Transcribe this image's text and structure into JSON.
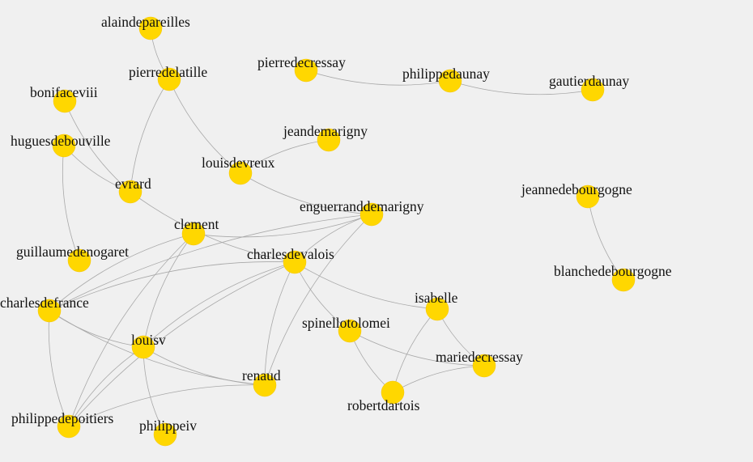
{
  "graph": {
    "node_color": "#ffd700",
    "edge_color": "#a8a8a8",
    "label_color": "#111111",
    "background": "#f0f0f0",
    "nodes": [
      {
        "id": "alaindepareilles",
        "label": "alaindepareilles"
      },
      {
        "id": "pierredelatille",
        "label": "pierredelatille"
      },
      {
        "id": "bonifaceviii",
        "label": "bonifaceviii"
      },
      {
        "id": "huguesdebouville",
        "label": "huguesdebouville"
      },
      {
        "id": "evrard",
        "label": "evrard"
      },
      {
        "id": "pierredecressay",
        "label": "pierredecressay"
      },
      {
        "id": "philippedaunay",
        "label": "philippedaunay"
      },
      {
        "id": "gautierdaunay",
        "label": "gautierdaunay"
      },
      {
        "id": "jeandemarigny",
        "label": "jeandemarigny"
      },
      {
        "id": "louisdevreux",
        "label": "louisdevreux"
      },
      {
        "id": "enguerranddemarigny",
        "label": "enguerranddemarigny"
      },
      {
        "id": "jeannedebourgogne",
        "label": "jeannedebourgogne"
      },
      {
        "id": "blanchedebourgogne",
        "label": "blanchedebourgogne"
      },
      {
        "id": "clement",
        "label": "clement"
      },
      {
        "id": "guillaumedenogaret",
        "label": "guillaumedenogaret"
      },
      {
        "id": "charlesdevalois",
        "label": "charlesdevalois"
      },
      {
        "id": "charlesdefrance",
        "label": "charlesdefrance"
      },
      {
        "id": "isabelle",
        "label": "isabelle"
      },
      {
        "id": "spinellotolomei",
        "label": "spinellotolomei"
      },
      {
        "id": "louisv",
        "label": "louisv"
      },
      {
        "id": "mariedecressay",
        "label": "mariedecressay"
      },
      {
        "id": "renaud",
        "label": "renaud"
      },
      {
        "id": "robertdartois",
        "label": "robertdartois"
      },
      {
        "id": "philippedepoitiers",
        "label": "philippedepoitiers"
      },
      {
        "id": "philippeiv",
        "label": "philippeiv"
      }
    ],
    "edges": [
      {
        "source": "alaindepareilles",
        "target": "pierredelatille"
      },
      {
        "source": "pierredelatille",
        "target": "evrard"
      },
      {
        "source": "pierredelatille",
        "target": "louisdevreux"
      },
      {
        "source": "bonifaceviii",
        "target": "evrard"
      },
      {
        "source": "huguesdebouville",
        "target": "evrard"
      },
      {
        "source": "huguesdebouville",
        "target": "guillaumedenogaret"
      },
      {
        "source": "pierredecressay",
        "target": "philippedaunay"
      },
      {
        "source": "philippedaunay",
        "target": "gautierdaunay"
      },
      {
        "source": "jeandemarigny",
        "target": "louisdevreux"
      },
      {
        "source": "louisdevreux",
        "target": "enguerranddemarigny"
      },
      {
        "source": "jeannedebourgogne",
        "target": "blanchedebourgogne"
      },
      {
        "source": "evrard",
        "target": "charlesdevalois"
      },
      {
        "source": "clement",
        "target": "enguerranddemarigny"
      },
      {
        "source": "clement",
        "target": "charlesdefrance"
      },
      {
        "source": "clement",
        "target": "louisv"
      },
      {
        "source": "clement",
        "target": "philippedepoitiers"
      },
      {
        "source": "enguerranddemarigny",
        "target": "charlesdefrance"
      },
      {
        "source": "enguerranddemarigny",
        "target": "charlesdevalois"
      },
      {
        "source": "enguerranddemarigny",
        "target": "renaud"
      },
      {
        "source": "charlesdevalois",
        "target": "charlesdefrance"
      },
      {
        "source": "charlesdevalois",
        "target": "isabelle"
      },
      {
        "source": "charlesdevalois",
        "target": "spinellotolomei"
      },
      {
        "source": "charlesdevalois",
        "target": "louisv"
      },
      {
        "source": "charlesdevalois",
        "target": "renaud"
      },
      {
        "source": "charlesdevalois",
        "target": "philippedepoitiers"
      },
      {
        "source": "charlesdefrance",
        "target": "louisv"
      },
      {
        "source": "charlesdefrance",
        "target": "renaud"
      },
      {
        "source": "charlesdefrance",
        "target": "philippedepoitiers"
      },
      {
        "source": "louisv",
        "target": "renaud"
      },
      {
        "source": "louisv",
        "target": "philippeiv"
      },
      {
        "source": "louisv",
        "target": "philippedepoitiers"
      },
      {
        "source": "renaud",
        "target": "philippedepoitiers"
      },
      {
        "source": "isabelle",
        "target": "mariedecressay"
      },
      {
        "source": "isabelle",
        "target": "robertdartois"
      },
      {
        "source": "spinellotolomei",
        "target": "mariedecressay"
      },
      {
        "source": "spinellotolomei",
        "target": "robertdartois"
      },
      {
        "source": "mariedecressay",
        "target": "robertdartois"
      }
    ]
  }
}
